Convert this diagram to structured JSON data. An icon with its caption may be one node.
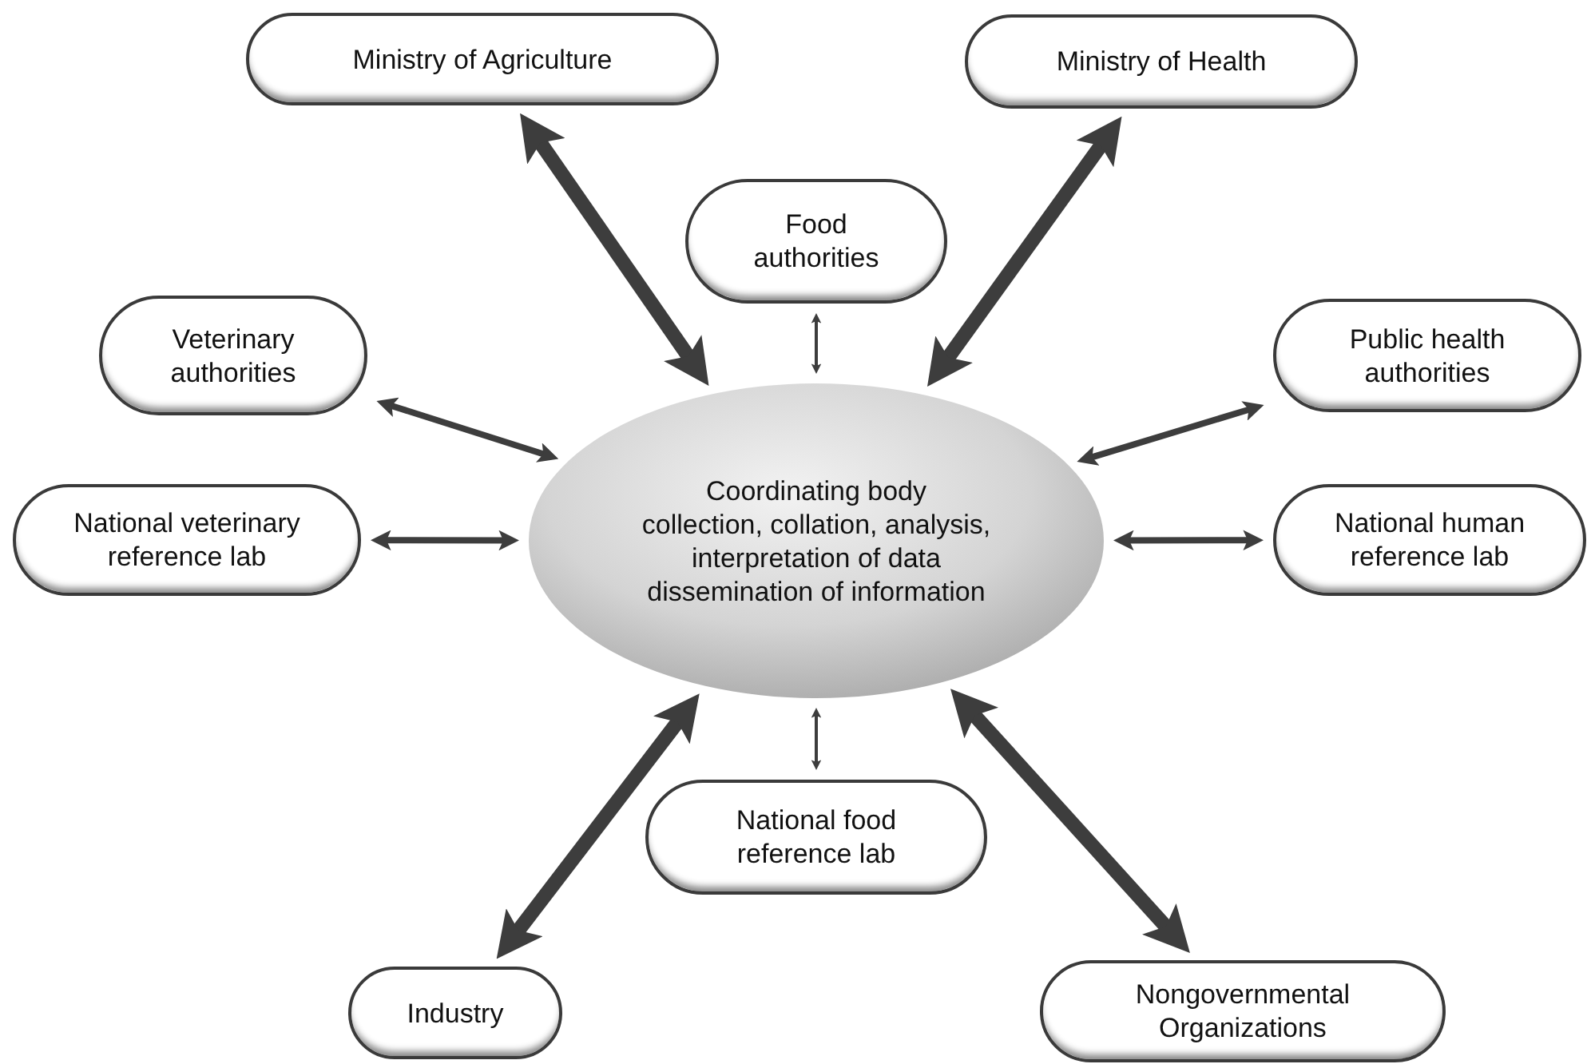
{
  "diagram": {
    "nodes": [
      {
        "text": [
          "Ministry of Agriculture"
        ]
      },
      {
        "text": [
          "Ministry of Health"
        ]
      },
      {
        "text": [
          "Food authorities"
        ]
      },
      {
        "text": [
          "Veterinary authorities"
        ]
      },
      {
        "text": [
          "Public health authorities"
        ]
      },
      {
        "text": [
          "National veterinary reference lab"
        ]
      },
      {
        "text": [
          "Coordinating body",
          "collection, collation, analysis, interpretation of data dissemination of information"
        ]
      },
      {
        "text": [
          "National human reference lab"
        ]
      },
      {
        "text": [
          "National food reference lab"
        ]
      },
      {
        "text": [
          "Industry"
        ]
      },
      {
        "text": [
          "Nongovernmental Organizations"
        ]
      }
    ],
    "edges": [
      {
        "from": 6,
        "to": 0,
        "arrow": "both",
        "style": "thick"
      },
      {
        "from": 6,
        "to": 1,
        "arrow": "both",
        "style": "thick"
      },
      {
        "from": 6,
        "to": 2,
        "arrow": "both"
      },
      {
        "from": 6,
        "to": 3,
        "arrow": "both"
      },
      {
        "from": 6,
        "to": 4,
        "arrow": "both"
      },
      {
        "from": 6,
        "to": 5,
        "arrow": "both"
      },
      {
        "from": 6,
        "to": 7,
        "arrow": "both"
      },
      {
        "from": 6,
        "to": 8,
        "arrow": "both"
      },
      {
        "from": 6,
        "to": 9,
        "arrow": "both",
        "style": "thick"
      },
      {
        "from": 6,
        "to": 10,
        "arrow": "both",
        "style": "thick"
      }
    ]
  }
}
